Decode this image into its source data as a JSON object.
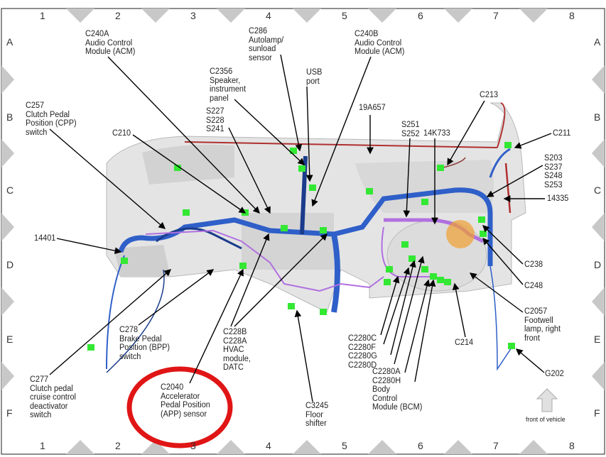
{
  "grid": {
    "columns": [
      "1",
      "2",
      "3",
      "4",
      "5",
      "6",
      "7",
      "8"
    ],
    "rows": [
      "A",
      "B",
      "C",
      "D",
      "E",
      "F"
    ]
  },
  "labels": {
    "c240a": "C240A\nAudio Control\nModule (ACM)",
    "c286": "C286\nAutolamp/\nsunload\nsensor",
    "c2356": "C2356\nSpeaker,\ninstrument\npanel",
    "usb": "USB\nport",
    "c240b": "C240B\nAudio Control\nModule (ACM)",
    "c257": "C257\nClutch Pedal\nPosition (CPP)\nswitch",
    "s227": "S227\nS228\nS241",
    "c210": "C210",
    "n19a657": "19A657",
    "s251": "S251\nS252",
    "n14k733": "14K733",
    "c213": "C213",
    "c211": "C211",
    "s203": "S203\nS237\nS248\nS253",
    "n14335": "14335",
    "n14401": "14401",
    "c238": "C238",
    "c248": "C248",
    "c2057": "C2057\nFootwell\nlamp, right\nfront",
    "c214": "C214",
    "c278": "C278\nBrake Pedal\nPosition (BPP)\nswitch",
    "c228": "C228B\nC228A\nHVAC\nmodule,\nDATC",
    "c2280c": "C2280C\nC2280F\nC2280G\nC2280D",
    "c2280a": "C2280A\nC2280H\nBody\nControl\nModule (BCM)",
    "c277": "C277\nClutch pedal\ncruise control\ndeactivator\nswitch",
    "c2040": "C2040\nAccelerator\nPedal Position\n(APP) sensor",
    "c3245": "C3245\nFloor\nshifter",
    "g202": "G202",
    "front": "front of vehicle"
  },
  "colors": {
    "harness": "#2f5fc8",
    "harness_dark": "#1b3c8c",
    "connector": "#33e833",
    "purple": "#b070e0",
    "red_wire": "#b03030",
    "highlight_circle": "#e01515"
  }
}
